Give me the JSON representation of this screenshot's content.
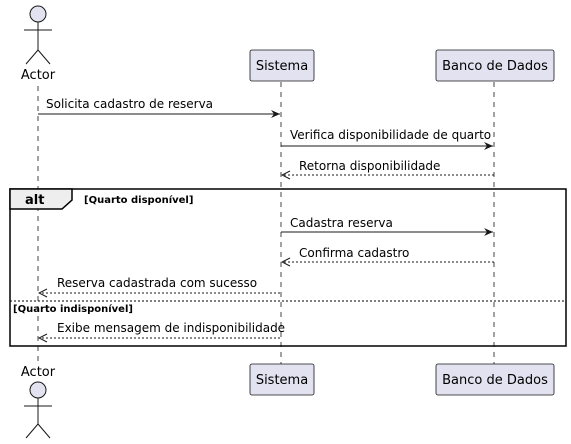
{
  "participants": {
    "actor": "Actor",
    "sistema": "Sistema",
    "banco": "Banco de Dados"
  },
  "messages": {
    "m1": "Solicita cadastro de reserva",
    "m2": "Verifica disponibilidade de quarto",
    "m3": "Retorna disponibilidade",
    "m4": "Cadastra reserva",
    "m5": "Confirma cadastro",
    "m6": "Reserva cadastrada com sucesso",
    "m7": "Exibe mensagem de indisponibilidade"
  },
  "fragment": {
    "keyword": "alt",
    "guard1": "[Quarto disponível]",
    "guard2": "[Quarto indisponível]"
  },
  "colors": {
    "participant_fill": "#e2e2f0",
    "participant_stroke": "#181818",
    "lifeline": "#181818"
  }
}
